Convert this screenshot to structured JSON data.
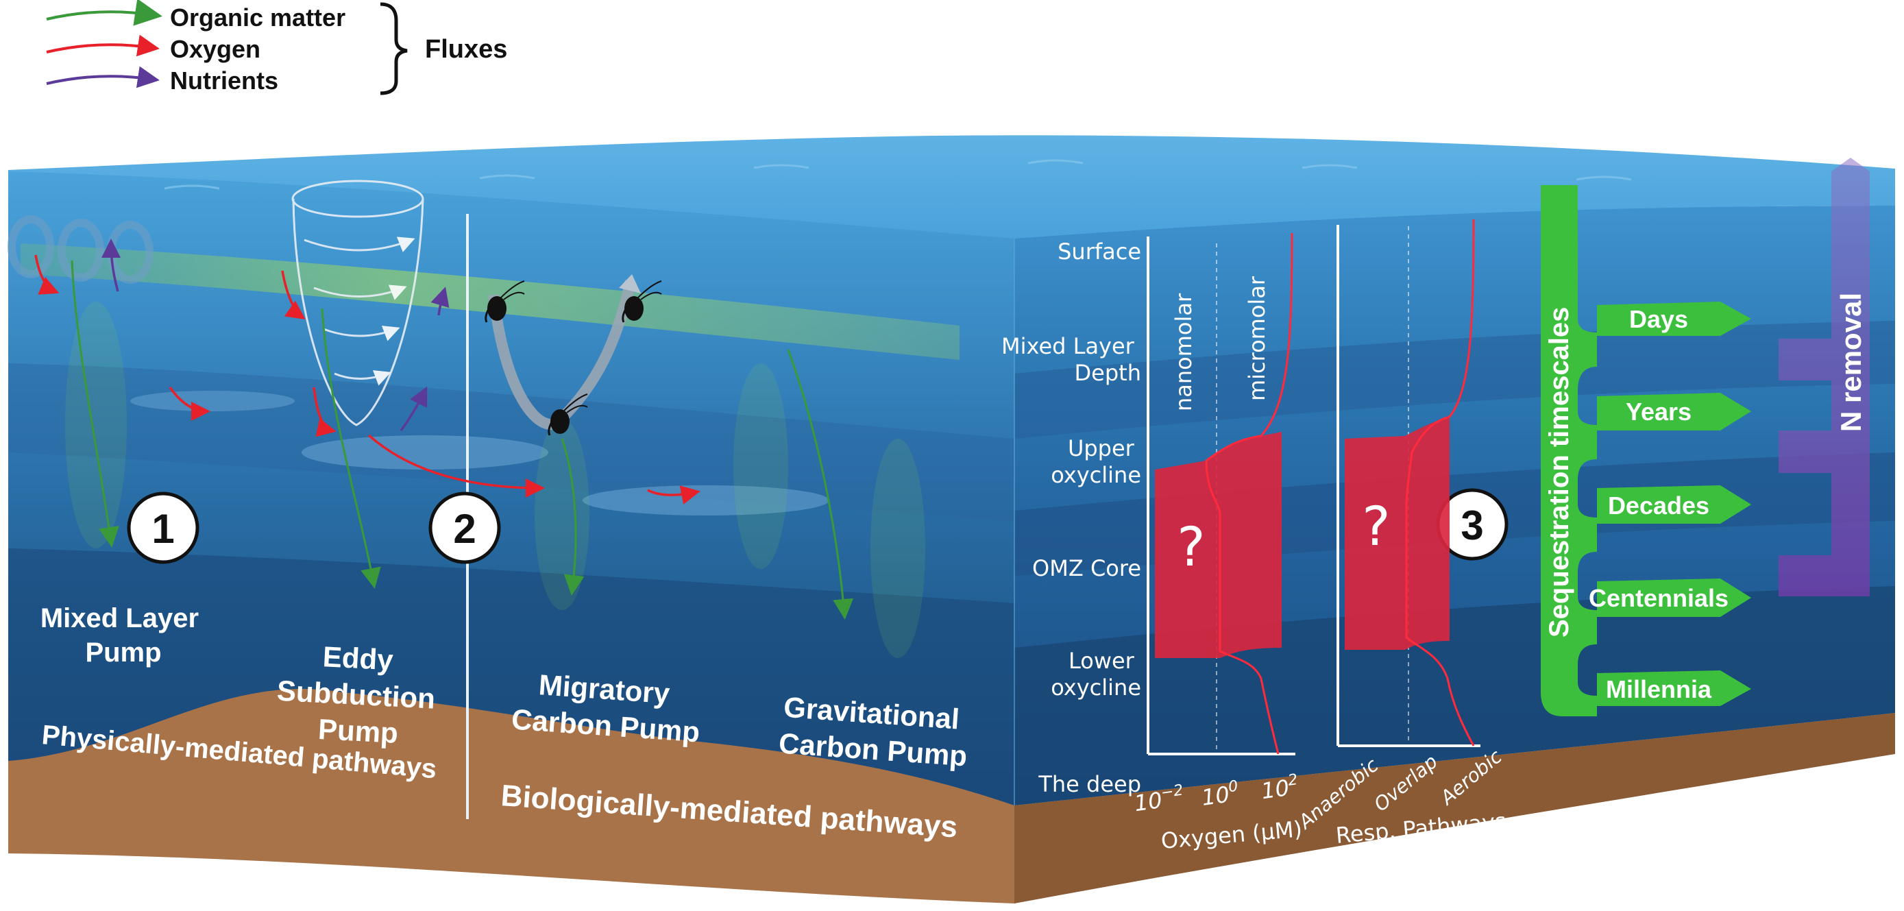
{
  "legend": {
    "organic_matter": "Organic matter",
    "oxygen": "Oxygen",
    "nutrients": "Nutrients",
    "fluxes": "Fluxes"
  },
  "colors": {
    "organic_matter": "#3a9a3a",
    "oxygen": "#e8202a",
    "nutrients": "#5b3a9a",
    "ocean_surface": "#4a9fd6",
    "ocean_deep": "#1c4d7c",
    "sediment": "#a9734a",
    "omz_fill": "#d9263f",
    "timescale_green": "#3cbf3c",
    "n_removal_purple": "#6a3fa6"
  },
  "markers": {
    "m1": "1",
    "m2": "2",
    "m3": "3"
  },
  "pumps": {
    "mixed_layer": [
      "Mixed Layer",
      "Pump"
    ],
    "eddy_subduction": [
      "Eddy",
      "Subduction",
      "Pump"
    ],
    "migratory": [
      "Migratory",
      "Carbon Pump"
    ],
    "gravitational": [
      "Gravitational",
      "Carbon Pump"
    ]
  },
  "pathways": {
    "physical": "Physically-mediated pathways",
    "biological": "Biologically-mediated pathways"
  },
  "depth_labels": {
    "surface": "Surface",
    "mixed_layer_depth": [
      "Mixed Layer",
      "Depth"
    ],
    "upper_oxycline": [
      "Upper",
      "oxycline"
    ],
    "omz_core": "OMZ Core",
    "lower_oxycline": [
      "Lower",
      "oxycline"
    ],
    "the_deep": "The deep"
  },
  "oxygen_plot": {
    "col_left": "nanomolar",
    "col_right": "micromolar",
    "ticks": [
      "10",
      "10",
      "10"
    ],
    "tick_exponents": [
      "−2",
      "0",
      "2"
    ],
    "xlabel": "Oxygen (μM)",
    "unknown": "?"
  },
  "resp_plot": {
    "ticks": [
      "Anaerobic",
      "Overlap",
      "Aerobic"
    ],
    "xlabel": "Resp. Pathways",
    "unknown": "?"
  },
  "timescales": {
    "title": "Sequestration timescales",
    "items": [
      "Days",
      "Years",
      "Decades",
      "Centennials",
      "Millennia"
    ]
  },
  "n_removal": "N removal"
}
